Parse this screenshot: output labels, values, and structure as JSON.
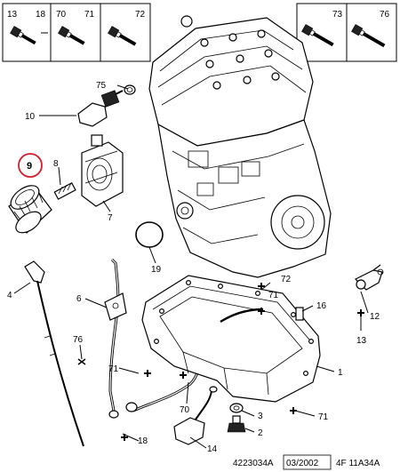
{
  "header_boxes": [
    {
      "labels": [
        "13",
        "18"
      ]
    },
    {
      "labels": [
        "70",
        "71"
      ]
    },
    {
      "labels": [
        "72"
      ]
    },
    {
      "labels": [
        "73",
        "76"
      ]
    }
  ],
  "highlighted_part": "9",
  "callouts": [
    "75",
    "10",
    "8",
    "7",
    "19",
    "4",
    "6",
    "76",
    "71",
    "70",
    "18",
    "14",
    "3",
    "2",
    "1",
    "71",
    "72",
    "16",
    "12",
    "13",
    "71"
  ],
  "footer": {
    "ref": "4223034A",
    "date": "03/2002",
    "code": "4F 11A34A"
  }
}
